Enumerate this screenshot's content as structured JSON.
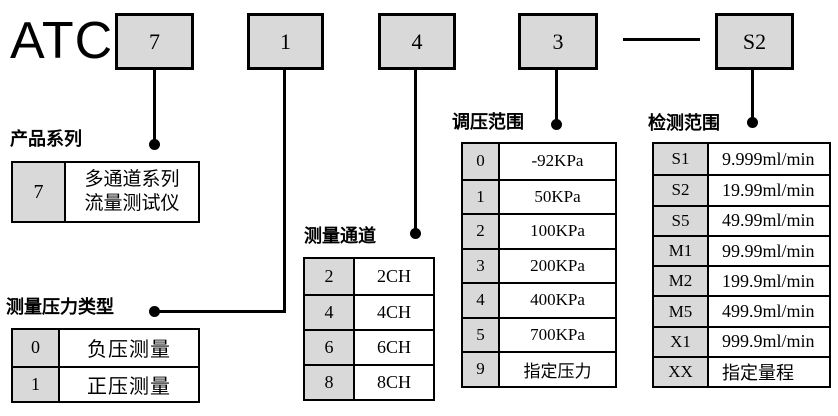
{
  "code": {
    "prefix": "ATC",
    "segments": [
      "7",
      "1",
      "4",
      "3",
      "S2"
    ],
    "separator": "—"
  },
  "sections": [
    {
      "title": "产品系列",
      "rows": [
        {
          "key": "7",
          "value": "多通道系列\n流量测试仪"
        }
      ]
    },
    {
      "title": "测量压力类型",
      "rows": [
        {
          "key": "0",
          "value": "负压测量"
        },
        {
          "key": "1",
          "value": "正压测量"
        }
      ]
    },
    {
      "title": "测量通道",
      "rows": [
        {
          "key": "2",
          "value": "2CH"
        },
        {
          "key": "4",
          "value": "4CH"
        },
        {
          "key": "6",
          "value": "6CH"
        },
        {
          "key": "8",
          "value": "8CH"
        }
      ]
    },
    {
      "title": "调压范围",
      "rows": [
        {
          "key": "0",
          "value": "-92KPa"
        },
        {
          "key": "1",
          "value": "50KPa"
        },
        {
          "key": "2",
          "value": "100KPa"
        },
        {
          "key": "3",
          "value": "200KPa"
        },
        {
          "key": "4",
          "value": "400KPa"
        },
        {
          "key": "5",
          "value": "700KPa"
        },
        {
          "key": "9",
          "value": "指定压力"
        }
      ]
    },
    {
      "title": "检测范围",
      "rows": [
        {
          "key": "S1",
          "value": "9.999ml/min"
        },
        {
          "key": "S2",
          "value": "19.99ml/min"
        },
        {
          "key": "S5",
          "value": "49.99ml/min"
        },
        {
          "key": "M1",
          "value": "99.99ml/min"
        },
        {
          "key": "M2",
          "value": "199.9ml/min"
        },
        {
          "key": "M5",
          "value": "499.9ml/min"
        },
        {
          "key": "X1",
          "value": "999.9ml/min"
        },
        {
          "key": "XX",
          "value": "指定量程"
        }
      ]
    }
  ],
  "colors": {
    "box_fill": "#d9d9d9",
    "line": "#000000",
    "background": "#ffffff"
  }
}
